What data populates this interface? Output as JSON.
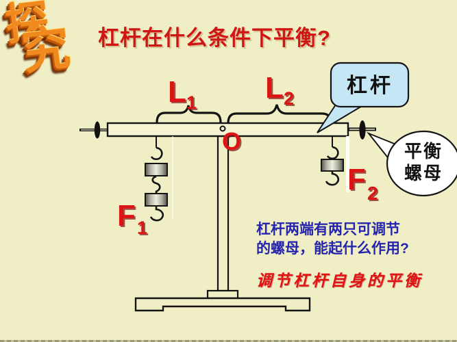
{
  "logo": {
    "char1": "探",
    "char2": "究"
  },
  "title": {
    "text": "杠杆在什么条件下平衡?",
    "color": "#D01515"
  },
  "diagram": {
    "labels": {
      "l1": {
        "base": "L",
        "sub": "1"
      },
      "l2": {
        "base": "L",
        "sub": "2"
      },
      "fulcrum": "O",
      "f1": {
        "base": "F",
        "sub": "1"
      },
      "f2": {
        "base": "F",
        "sub": "2"
      }
    },
    "callouts": {
      "lever": {
        "text": "杠杆"
      },
      "balance_nut": {
        "line1": "平衡",
        "line2": "螺母"
      }
    },
    "colors": {
      "background": "#F0EEC4",
      "beam_fill": "#F6F3D2",
      "label_red": "#DD1414",
      "lever_bubble_blue": "#C5E6F4",
      "question_blue": "#2424AE",
      "answer_red": "#E31212"
    }
  },
  "question": {
    "line1": "杠杆两端有两只可调节",
    "line2": "的螺母，能起什么作用?"
  },
  "answer": {
    "text": "调节杠杆自身的平衡"
  }
}
